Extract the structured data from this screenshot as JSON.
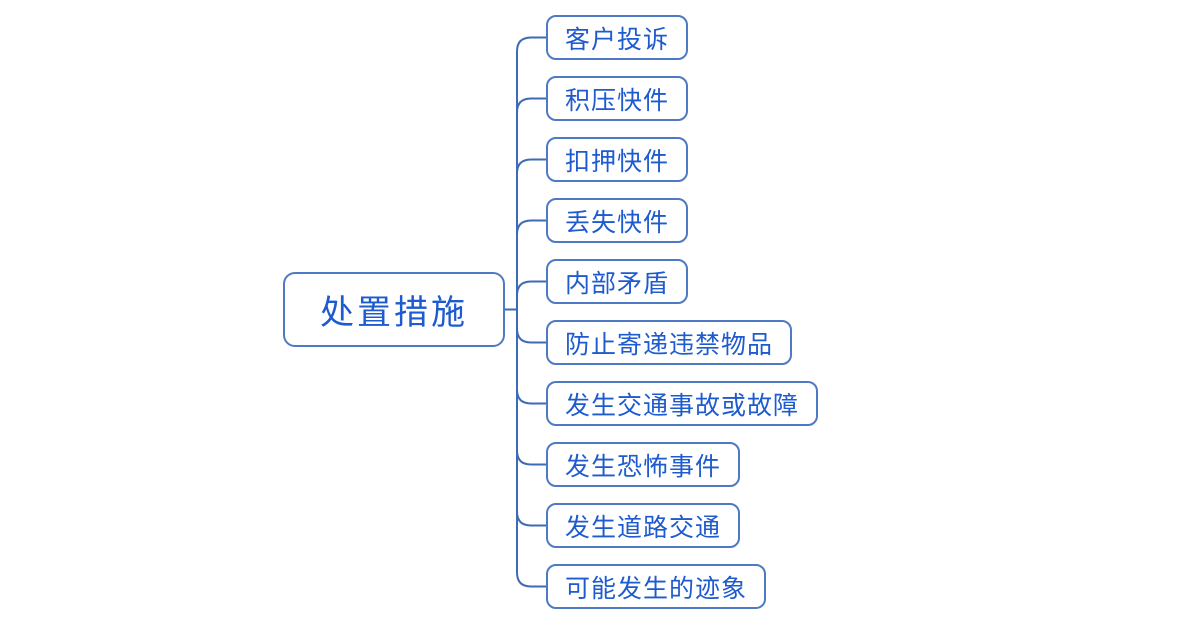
{
  "colors": {
    "background": "#ffffff",
    "node_text": "#1e5bce",
    "node_border": "#4e79c5",
    "connector": "#3d6bb7"
  },
  "mindmap": {
    "root": {
      "label": "处置措施"
    },
    "children": [
      {
        "label": "客户投诉"
      },
      {
        "label": "积压快件"
      },
      {
        "label": "扣押快件"
      },
      {
        "label": "丢失快件"
      },
      {
        "label": "内部矛盾"
      },
      {
        "label": "防止寄递违禁物品"
      },
      {
        "label": "发生交通事故或故障"
      },
      {
        "label": "发生恐怖事件"
      },
      {
        "label": "发生道路交通"
      },
      {
        "label": "可能发生的迹象"
      }
    ]
  }
}
